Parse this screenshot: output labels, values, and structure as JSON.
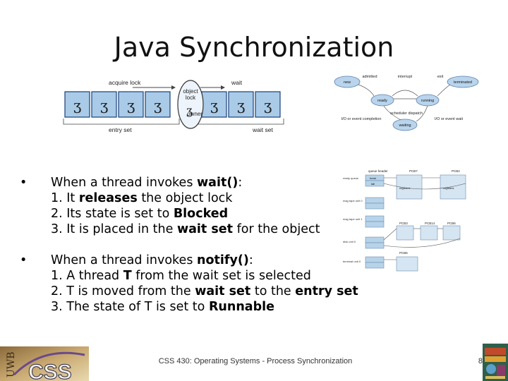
{
  "slide": {
    "title": "Java Synchronization",
    "footer": "CSS 430: Operating Systems - Process Synchronization",
    "page_number": "8"
  },
  "monitor_figure": {
    "acquire_lock": "acquire lock",
    "wait": "wait",
    "entry_set": "entry set",
    "wait_set": "wait set",
    "object": "object",
    "lock": "lock",
    "owner": "owner"
  },
  "state_figure": {
    "states": [
      "new",
      "ready",
      "running",
      "waiting",
      "terminated"
    ],
    "transitions": [
      "admitted",
      "interrupt",
      "exit",
      "scheduler dispatch",
      "I/O or event completion",
      "I/O or event wait"
    ]
  },
  "queue_figure": {
    "header_labels": [
      "queue header",
      "PCB7",
      "PCB2",
      "PCB3",
      "PCB14",
      "PCB6",
      "PCB5"
    ],
    "queues": [
      "ready queue",
      "mag tape unit 0",
      "mag tape unit 1",
      "disk unit 0",
      "terminal unit 0"
    ],
    "cells": [
      "head",
      "tail",
      "registers"
    ]
  },
  "bullets": [
    {
      "lines": [
        [
          {
            "t": "When a thread invokes "
          },
          {
            "t": "wait()",
            "b": true
          },
          {
            "t": ":"
          }
        ],
        [
          {
            "t": "1. It "
          },
          {
            "t": "releases",
            "b": true
          },
          {
            "t": " the object lock"
          }
        ],
        [
          {
            "t": "2. Its state is set to "
          },
          {
            "t": "Blocked",
            "b": true
          }
        ],
        [
          {
            "t": "3. It is placed in the "
          },
          {
            "t": "wait set",
            "b": true
          },
          {
            "t": " for the object"
          }
        ]
      ]
    },
    {
      "lines": [
        [
          {
            "t": "When a thread invokes "
          },
          {
            "t": "notify()",
            "b": true
          },
          {
            "t": ":"
          }
        ],
        [
          {
            "t": "1. A thread "
          },
          {
            "t": "T",
            "b": true
          },
          {
            "t": " from the wait set is selected"
          }
        ],
        [
          {
            "t": "2. T is moved from the "
          },
          {
            "t": "wait set",
            "b": true
          },
          {
            "t": " to the "
          },
          {
            "t": "entry set",
            "b": true
          }
        ],
        [
          {
            "t": "3. The state of T is set to "
          },
          {
            "t": "Runnable",
            "b": true
          }
        ]
      ]
    }
  ],
  "logo": {
    "text": "CSS",
    "side_text": "UWB"
  }
}
